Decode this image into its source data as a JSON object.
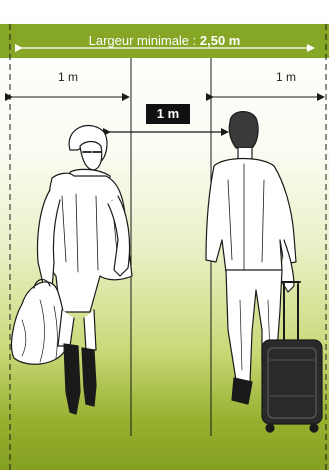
{
  "header": {
    "label": "Largeur minimale :",
    "value": "2,50 m"
  },
  "dimensions": {
    "left_zone": "1 m",
    "right_zone": "1 m",
    "middle_gap": "1 m"
  },
  "colors": {
    "banner": "#86a626",
    "gradient_bottom": "#84a021",
    "ink": "#1a1a1a"
  },
  "figures": {
    "left": "woman-with-bag-illustration",
    "right": "man-with-suitcase-illustration"
  }
}
